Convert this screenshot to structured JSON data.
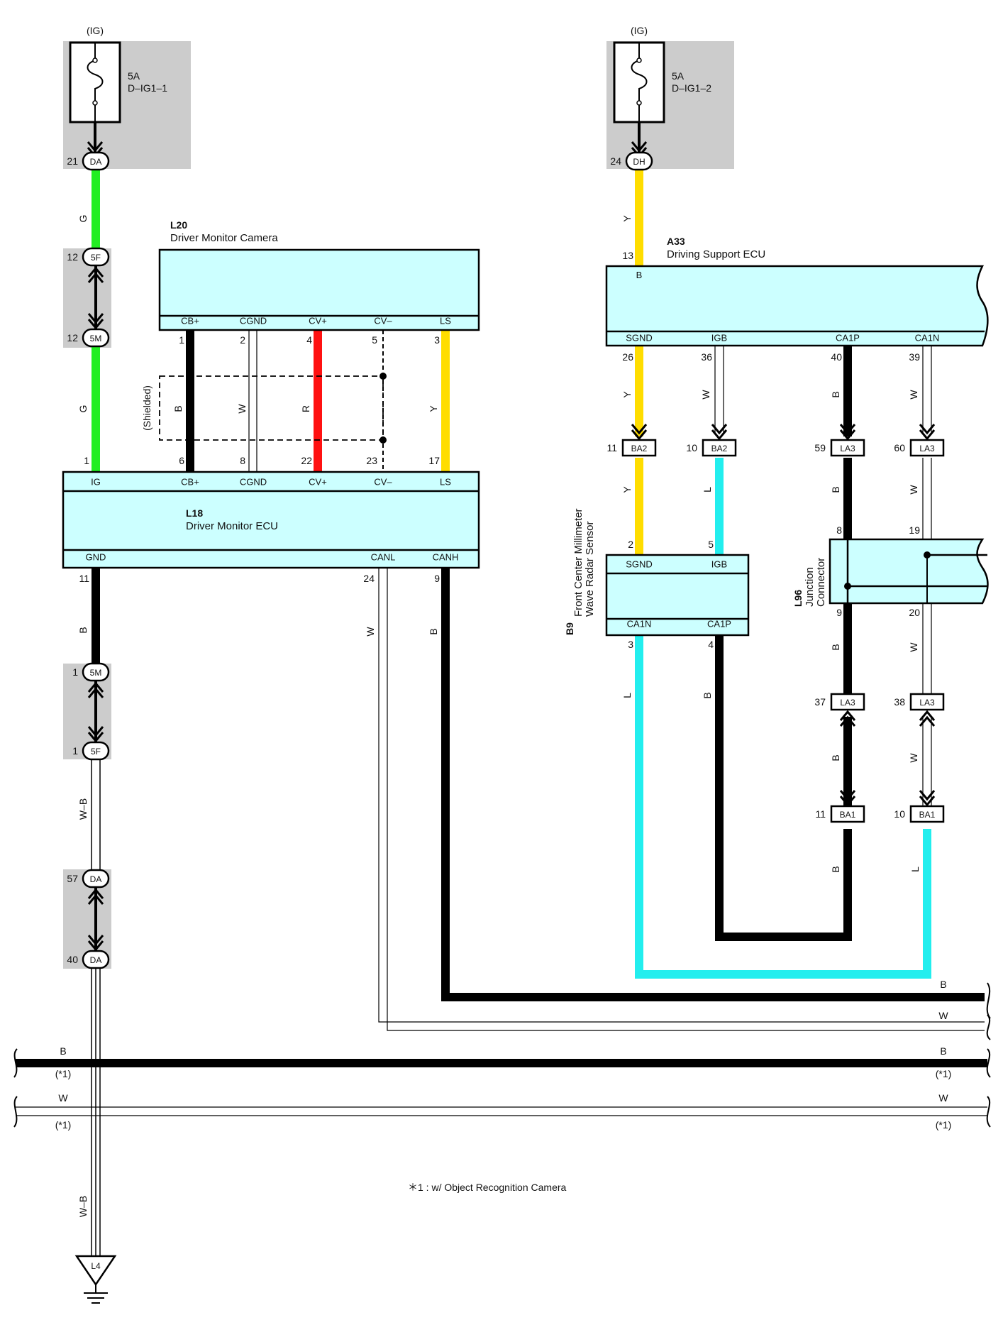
{
  "fuses": [
    {
      "id": "f1",
      "supply": "(IG)",
      "rating": "5A",
      "name": "D–IG1–1"
    },
    {
      "id": "f2",
      "supply": "(IG)",
      "rating": "5A",
      "name": "D–IG1–2"
    }
  ],
  "components": {
    "l20": {
      "code": "L20",
      "name": "Driver Monitor Camera",
      "terminals": [
        "CB+",
        "CGND",
        "CV+",
        "CV–",
        "LS"
      ],
      "pins": [
        "1",
        "2",
        "4",
        "5",
        "3"
      ]
    },
    "l18": {
      "code": "L18",
      "name": "Driver Monitor ECU",
      "top_terminals": [
        "IG",
        "CB+",
        "CGND",
        "CV+",
        "CV–",
        "LS"
      ],
      "top_pins": [
        "1",
        "6",
        "8",
        "22",
        "23",
        "17"
      ],
      "bottom_terminals": [
        "GND",
        "CANL",
        "CANH"
      ],
      "bottom_pins": [
        "11",
        "24",
        "9"
      ]
    },
    "a33": {
      "code": "A33",
      "name": "Driving Support ECU",
      "top_terminal": "B",
      "top_pin": "13",
      "bottom_terminals": [
        "SGND",
        "IGB",
        "CA1P",
        "CA1N"
      ],
      "bottom_pins": [
        "26",
        "36",
        "40",
        "39"
      ]
    },
    "b9": {
      "code": "B9",
      "name_line1": "Front Center Millimeter",
      "name_line2": "Wave Radar Sensor",
      "top_terminals": [
        "SGND",
        "IGB"
      ],
      "top_pins": [
        "2",
        "5"
      ],
      "bottom_terminals": [
        "CA1N",
        "CA1P"
      ],
      "bottom_pins": [
        "3",
        "4"
      ]
    },
    "l96": {
      "code": "L96",
      "name_line1": "Junction",
      "name_line2": "Connector",
      "pins": [
        "8",
        "19",
        "9",
        "20"
      ]
    }
  },
  "connectors": {
    "da21": {
      "pin": "21",
      "name": "DA"
    },
    "dh24": {
      "pin": "24",
      "name": "DH"
    },
    "c5f12": {
      "pin": "12",
      "name": "5F"
    },
    "c5m12": {
      "pin": "12",
      "name": "5M"
    },
    "c5m1": {
      "pin": "1",
      "name": "5M"
    },
    "c5f1": {
      "pin": "1",
      "name": "5F"
    },
    "da57": {
      "pin": "57",
      "name": "DA"
    },
    "da40": {
      "pin": "40",
      "name": "DA"
    },
    "ba2a": {
      "pin": "11",
      "name": "BA2"
    },
    "ba2b": {
      "pin": "10",
      "name": "BA2"
    },
    "la3a": {
      "pin": "59",
      "name": "LA3"
    },
    "la3b": {
      "pin": "60",
      "name": "LA3"
    },
    "la3c": {
      "pin": "37",
      "name": "LA3"
    },
    "la3d": {
      "pin": "38",
      "name": "LA3"
    },
    "ba1a": {
      "pin": "11",
      "name": "BA1"
    },
    "ba1b": {
      "pin": "10",
      "name": "BA1"
    }
  },
  "wire_labels": {
    "g1": "G",
    "g2": "G",
    "wb1": "W–B",
    "wb2": "W–B",
    "cam_b": "B",
    "cam_w": "W",
    "cam_r": "R",
    "cam_y": "Y",
    "gnd_b": "B",
    "canl_w": "W",
    "canh_b": "B",
    "dh_y": "Y",
    "sgnd_y": "Y",
    "igb_w": "W",
    "ca1p_b": "B",
    "ca1n_w": "W",
    "ba2_y": "Y",
    "ba2_l": "L",
    "la3_b": "B",
    "la3_w": "W",
    "j9_b": "B",
    "j20_w": "W",
    "la3c_b": "B",
    "la3d_w": "W",
    "ba1_b": "B",
    "ba1_l": "L",
    "ca1n_l": "L",
    "ca1p_b2": "B",
    "bus1": "B",
    "bus2": "W",
    "bus3l": "B",
    "bus3r": "B",
    "bus4l": "W",
    "bus4r": "W",
    "note3l": "(*1)",
    "note3r": "(*1)",
    "note4l": "(*1)",
    "note4r": "(*1)"
  },
  "shielded": "(Shielded)",
  "ground": "L4",
  "footnote": "＊1 : w/ Object Recognition Camera",
  "colors": {
    "green": "#22ee22",
    "yellow": "#ffdd00",
    "red": "#ff1111",
    "cyan": "#22eeee",
    "black": "#000000",
    "white_wire": "#ffffff",
    "box_fill": "#ccffff",
    "gray": "#cccccc"
  }
}
